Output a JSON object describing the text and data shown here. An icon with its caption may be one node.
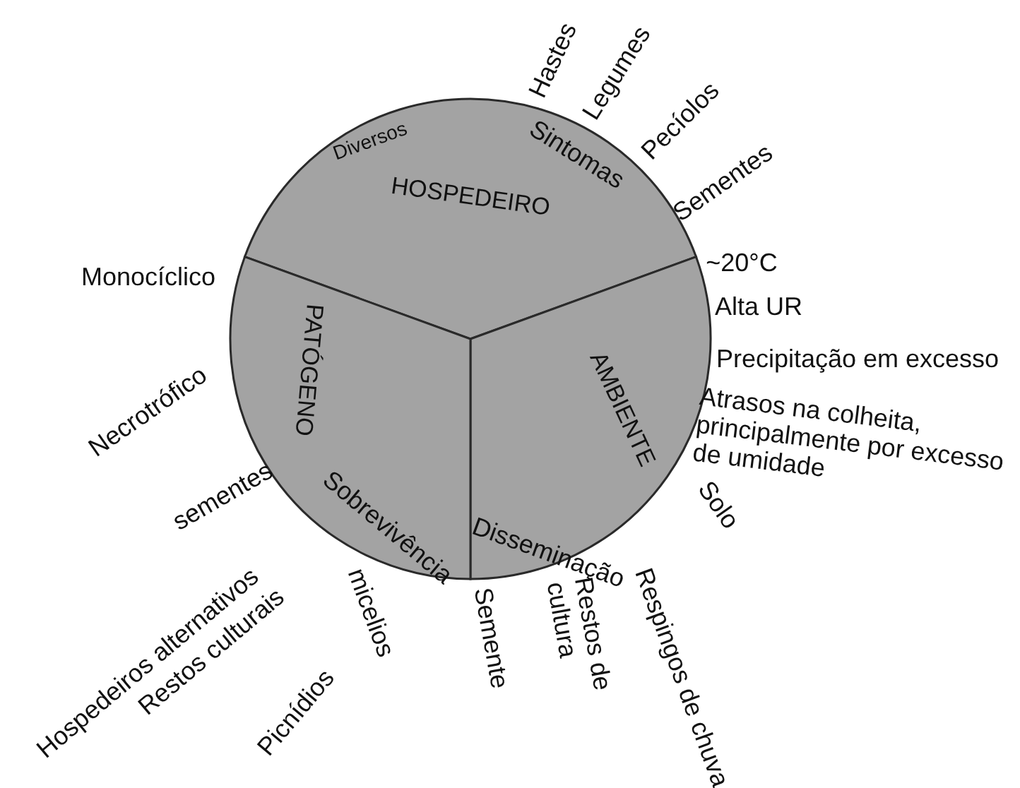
{
  "diagram": {
    "nodes": [
      {
        "text": [
          "HOSPEDEIRO"
        ]
      },
      {
        "text": [
          "AMBIENTE"
        ]
      },
      {
        "text": [
          "PATÓGENO"
        ]
      }
    ],
    "labels": [
      "Diversos",
      "Hastes",
      "Legumes",
      "Pecíolos",
      "Sintomas",
      "Sementes",
      "~20°C",
      "Alta UR",
      "Precipitação em excesso",
      "Atrasos na colheita, principalmente por excesso de umidade",
      "Solo",
      "Disseminação",
      "Restos de cultura",
      "Respingos de chuva",
      "Semente",
      "Monocíclico",
      "Necrotrófico",
      "sementes",
      "Sobrevivência",
      "Hospedeiros alternativos",
      "Restos culturais",
      "Picnídios",
      "micelios"
    ]
  }
}
